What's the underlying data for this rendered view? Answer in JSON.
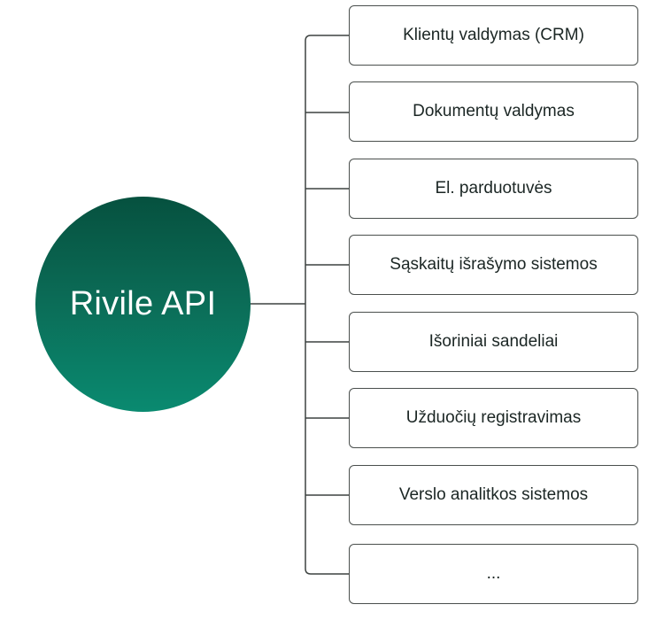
{
  "hub": {
    "label": "Rivile API"
  },
  "nodes": [
    {
      "label": "Klientų valdymas (CRM)"
    },
    {
      "label": "Dokumentų valdymas"
    },
    {
      "label": "El. parduotuvės"
    },
    {
      "label": "Sąskaitų išrašymo sistemos"
    },
    {
      "label": "Išoriniai sandeliai"
    },
    {
      "label": "Užduočių registravimas"
    },
    {
      "label": "Verslo analitkos sistemos"
    },
    {
      "label": "..."
    }
  ],
  "colors": {
    "hub_top": "#06513f",
    "hub_bottom": "#0a8a70",
    "node_border": "#4a4f4d",
    "connector": "#3d4240",
    "text": "#1b2624"
  }
}
